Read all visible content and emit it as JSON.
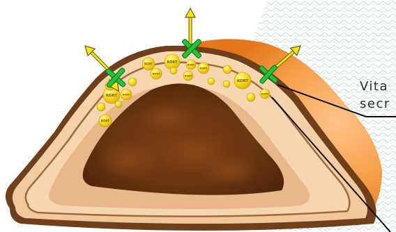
{
  "callout": {
    "line1": "Vita",
    "line2": "secr"
  },
  "droplet_label": "KORT",
  "colors": {
    "background": "#ffffff",
    "mesh": "#c7dcd6",
    "cortex_outer": "#f4cfa4",
    "medulla": "#6b3610",
    "capsule_right": "#f08a2a",
    "droplet": "#f6d619",
    "arrow": "#f4e419",
    "cross": "#27c23a",
    "leader_line": "#111111"
  },
  "icons": {
    "outward_arrow": "arrow-up-icon",
    "blocked": "green-cross-icon"
  }
}
